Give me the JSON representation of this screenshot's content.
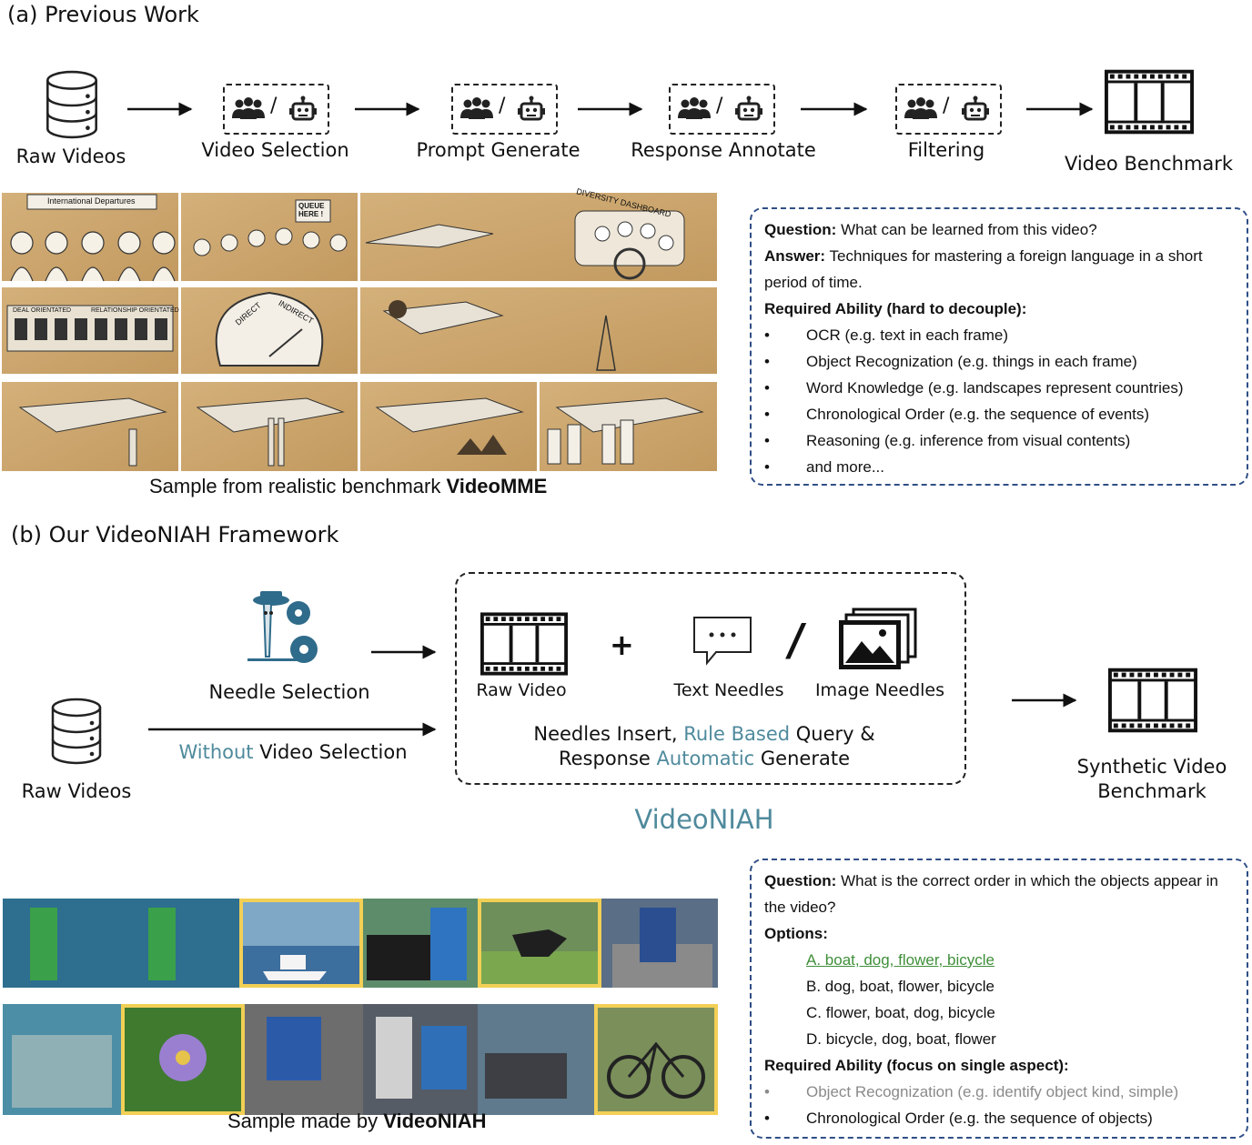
{
  "section_a": {
    "title": "(a) Previous Work",
    "steps": [
      {
        "label": "Raw Videos"
      },
      {
        "label": "Video Selection"
      },
      {
        "label": "Prompt Generate"
      },
      {
        "label": "Response Annotate"
      },
      {
        "label": "Filtering"
      },
      {
        "label": "Video Benchmark"
      }
    ],
    "slash": "/",
    "frame_texts": {
      "departures": "International Departures",
      "queue": "QUEUE HERE !",
      "dashboard": "DIVERSITY DASHBOARD",
      "deal": "DEAL ORIENTATED",
      "relationship": "RELATIONSHIP ORIENTATED",
      "direct": "DIRECT",
      "indirect": "INDIRECT"
    },
    "caption_prefix": "Sample from realistic benchmark ",
    "caption_bold": "VideoMME",
    "qa": {
      "question_label": "Question:",
      "question": " What can be learned from this video?",
      "answer_label": "Answer:",
      "answer": " Techniques for mastering a foreign language in a short period of time.",
      "ability_label": "Required Ability (hard to decouple):",
      "bullet": "•",
      "abilities": [
        "OCR (e.g. text in each frame)",
        "Object Recognization (e.g. things in each frame)",
        "Word Knowledge (e.g. landscapes represent countries)",
        "Chronological Order (e.g. the sequence of events)",
        "Reasoning (e.g. inference from visual contents)",
        "and more..."
      ]
    }
  },
  "section_b": {
    "title": "(b) Our VideoNIAH Framework",
    "raw_videos": "Raw Videos",
    "needle_selection": "Needle Selection",
    "without_1": "Without",
    "without_2": " Video Selection",
    "raw_video": "Raw Video",
    "plus": "+",
    "slash": "/",
    "text_needles": "Text Needles",
    "image_needles": "Image Needles",
    "insert_1": "Needles Insert, ",
    "insert_2": "Rule Based",
    "insert_3": " Query &",
    "insert_4": "Response ",
    "insert_5": "Automatic",
    "insert_6": " Generate",
    "framework_name": "VideoNIAH",
    "synthetic_1": "Synthetic Video",
    "synthetic_2": "Benchmark",
    "caption_prefix": "Sample made by ",
    "caption_bold": "VideoNIAH",
    "qa": {
      "question_label": "Question:",
      "question": "  What is the correct order in which the objects appear in the video?",
      "options_label": "Options:",
      "options": [
        "A. boat, dog, flower, bicycle",
        "B. dog, boat, flower, bicycle",
        "C. flower, boat, dog, bicycle",
        "D. bicycle, dog, boat, flower"
      ],
      "ability_label": "Required Ability (focus on single aspect):",
      "bullet": "•",
      "abilities": [
        "Object Recognization (e.g. identify object kind, simple)",
        "Chronological Order (e.g. the sequence of objects)"
      ]
    }
  },
  "colors": {
    "accent_teal": "#4f8a9c",
    "correct_green": "#3f8f3a",
    "box_blue": "#2f4f86",
    "highlight_yellow": "#f2cf55",
    "cardboard": "#c9a36b"
  }
}
